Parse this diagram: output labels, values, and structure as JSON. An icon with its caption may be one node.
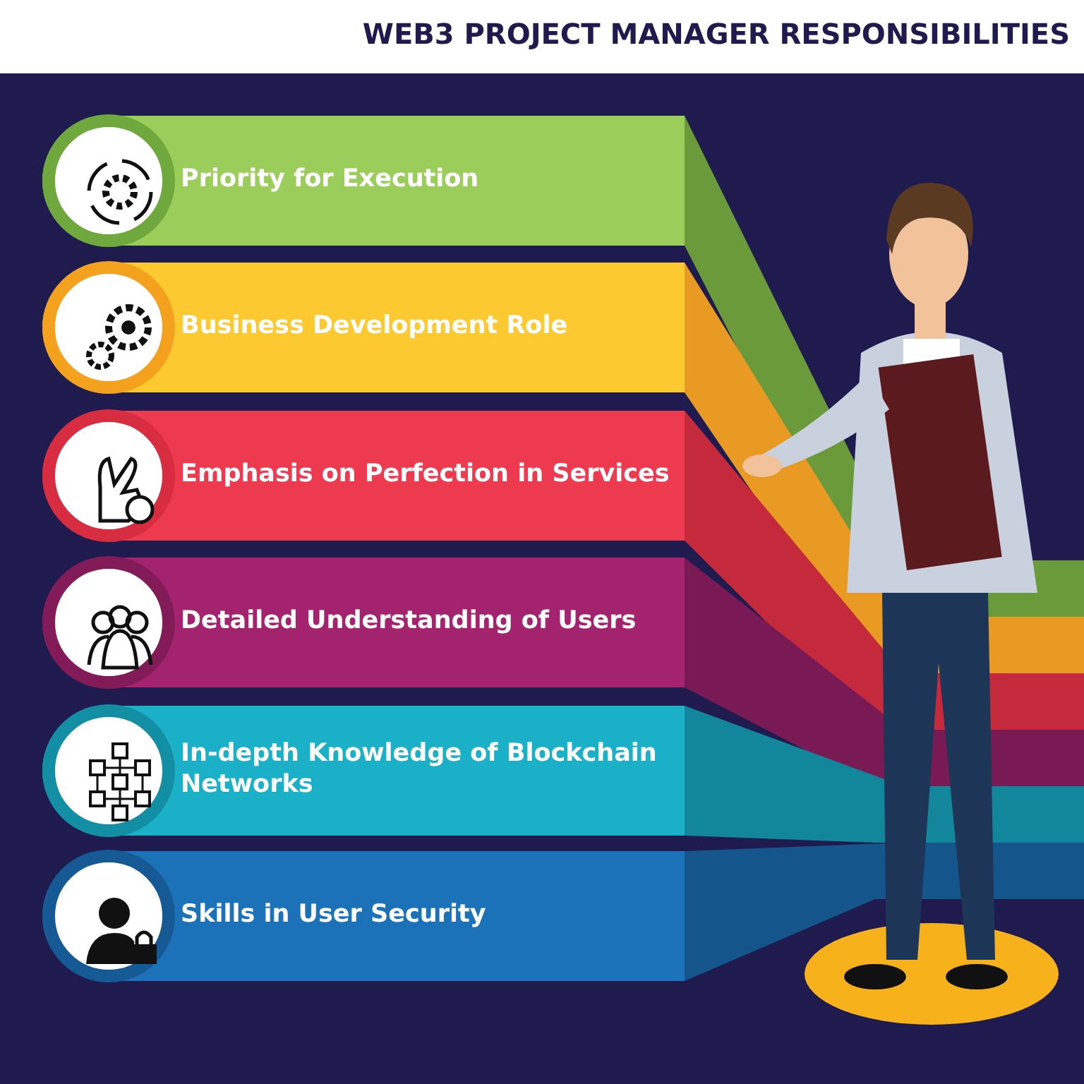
{
  "diagram": {
    "title": "WEB3 PROJECT MANAGER RESPONSIBILITIES",
    "nodes": [
      {
        "text": [
          "Priority for Execution"
        ]
      },
      {
        "text": [
          "Business Development Role"
        ]
      },
      {
        "text": [
          "Emphasis on Perfection in Services"
        ]
      },
      {
        "text": [
          "Detailed Understanding of Users"
        ]
      },
      {
        "text": [
          "In-depth Knowledge of Blockchain Networks"
        ]
      },
      {
        "text": [
          "Skills in User Security"
        ]
      }
    ]
  }
}
